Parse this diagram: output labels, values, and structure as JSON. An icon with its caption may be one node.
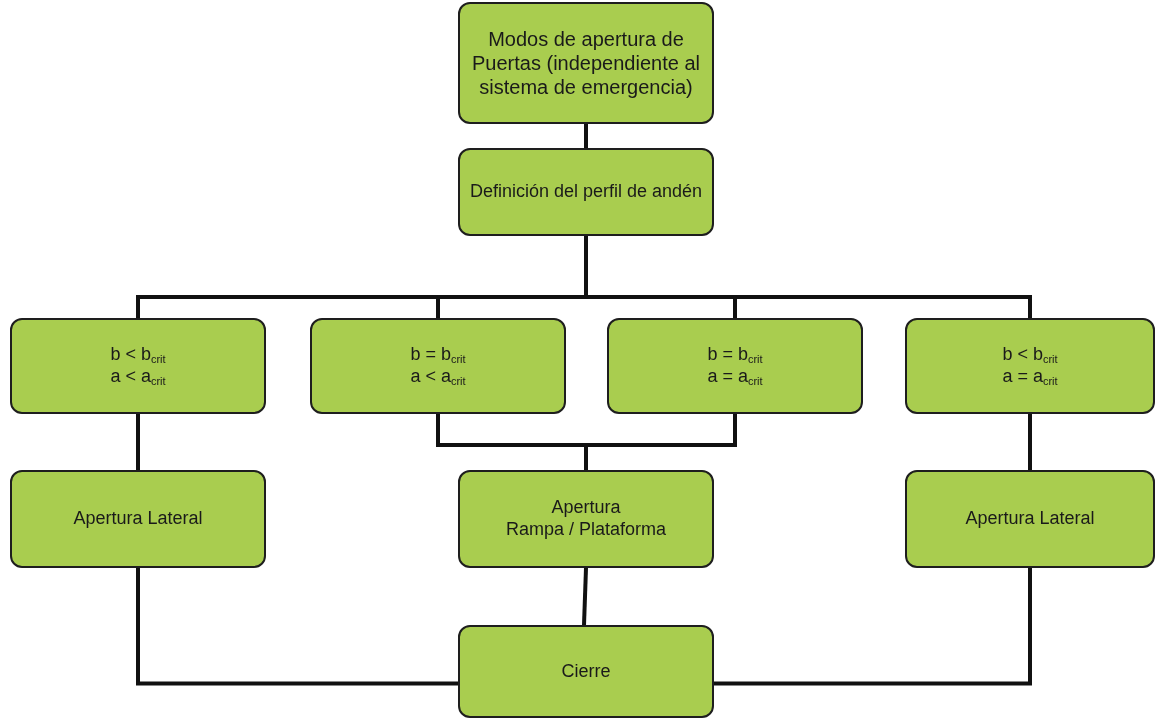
{
  "diagram": {
    "nodes": [
      {
        "text": [
          "Modos de apertura de Puertas (independiente al sistema de emergencia)"
        ]
      },
      {
        "text": [
          "Definición del perfil de andén"
        ]
      },
      {
        "text": [
          "b < b$_{crit}$",
          "a < a$_{crit}$"
        ]
      },
      {
        "text": [
          "b = b$_{crit}$",
          "a < a$_{crit}$"
        ]
      },
      {
        "text": [
          "b =  b$_{crit}$",
          "a =  a$_{crit}$"
        ]
      },
      {
        "text": [
          "b < b$_{crit}$",
          "a =  a$_{crit}$"
        ]
      },
      {
        "text": [
          "Apertura Lateral"
        ]
      },
      {
        "text": [
          "Apertura",
          "Rampa / Plataforma"
        ]
      },
      {
        "text": [
          "Apertura Lateral"
        ]
      },
      {
        "text": [
          "Cierre"
        ]
      }
    ],
    "edges": [
      {
        "from": 0,
        "to": 1,
        "arrow": "none"
      },
      {
        "from": 1,
        "to": 2,
        "arrow": "none"
      },
      {
        "from": 1,
        "to": 3,
        "arrow": "none"
      },
      {
        "from": 1,
        "to": 4,
        "arrow": "none"
      },
      {
        "from": 1,
        "to": 5,
        "arrow": "none"
      },
      {
        "from": 2,
        "to": 6,
        "arrow": "none"
      },
      {
        "from": 3,
        "to": 7,
        "arrow": "none"
      },
      {
        "from": 4,
        "to": 7,
        "arrow": "none"
      },
      {
        "from": 5,
        "to": 8,
        "arrow": "none"
      },
      {
        "from": 7,
        "to": 9,
        "arrow": "none"
      },
      {
        "from": 6,
        "to": 9,
        "arrow": "none"
      },
      {
        "from": 8,
        "to": 9,
        "arrow": "none"
      }
    ]
  }
}
